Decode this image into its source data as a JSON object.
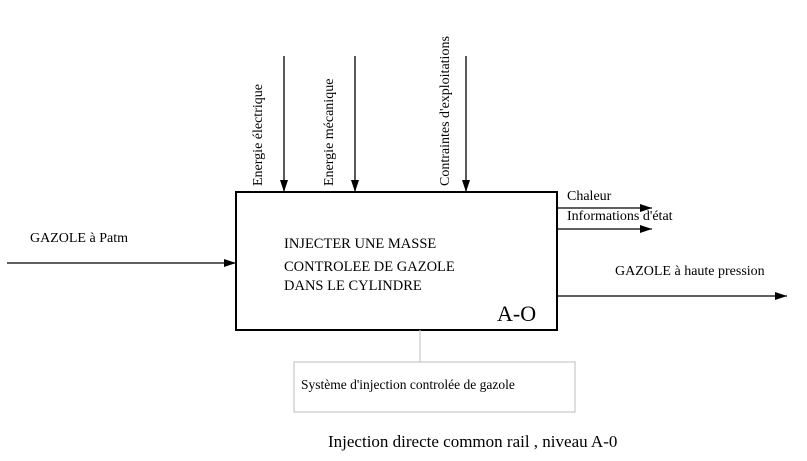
{
  "function": {
    "lines": [
      "INJECTER UNE MASSE",
      "CONTROLEE DE GAZOLE",
      "DANS LE CYLINDRE"
    ],
    "id": "A-O"
  },
  "inputs": {
    "gazole": "GAZOLE à Patm"
  },
  "controls": {
    "energie_electrique": "Energie électrique",
    "energie_mecanique": "Energie mécanique",
    "contraintes": "Contraintes d'exploitations"
  },
  "outputs": {
    "chaleur": "Chaleur",
    "informations": "Informations d'état",
    "gazole_hp": "GAZOLE à haute pression"
  },
  "mechanism": {
    "label": "Système d'injection controlée de gazole"
  },
  "caption": "Injection directe common rail , niveau A-0",
  "colors": {
    "line": "#000000",
    "mechanism_border": "#c8c8c8"
  }
}
